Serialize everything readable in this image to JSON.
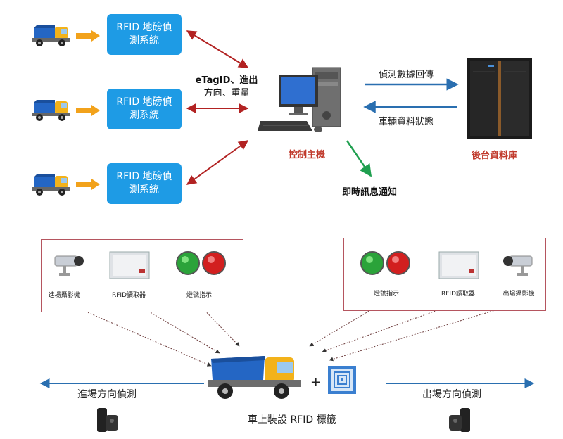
{
  "rfid_boxes": [
    {
      "label": "RFID 地磅偵測系統"
    },
    {
      "label": "RFID 地磅偵測系統"
    },
    {
      "label": "RFID 地磅偵測系統"
    }
  ],
  "top": {
    "etag_label_line1": "eTagID、進出",
    "etag_label_line2": "方向、重量",
    "control_host_label": "控制主機",
    "realtime_label": "即時訊息通知",
    "detect_return_label": "偵測數據回傳",
    "vehicle_status_label": "車輛資料狀態",
    "backend_db_label": "後台資料庫"
  },
  "left_panel": {
    "camera_label": "進場攝影機",
    "reader_label": "RFID讀取器",
    "lights_label": "燈號指示"
  },
  "right_panel": {
    "lights_label": "燈號指示",
    "reader_label": "RFID讀取器",
    "camera_label": "出場攝影機"
  },
  "bottom": {
    "entry_direction_label": "進場方向偵測",
    "exit_direction_label": "出場方向偵測",
    "plus_sign": "+",
    "tag_label": "車上裝設 RFID 標籤"
  },
  "colors": {
    "accent_blue": "#1e9be5",
    "arrow_red": "#b22222",
    "arrow_blue": "#2a6fb0",
    "arrow_green": "#1f9f4f",
    "arrow_orange": "#f2a21b",
    "panel_border": "#b5555f"
  }
}
